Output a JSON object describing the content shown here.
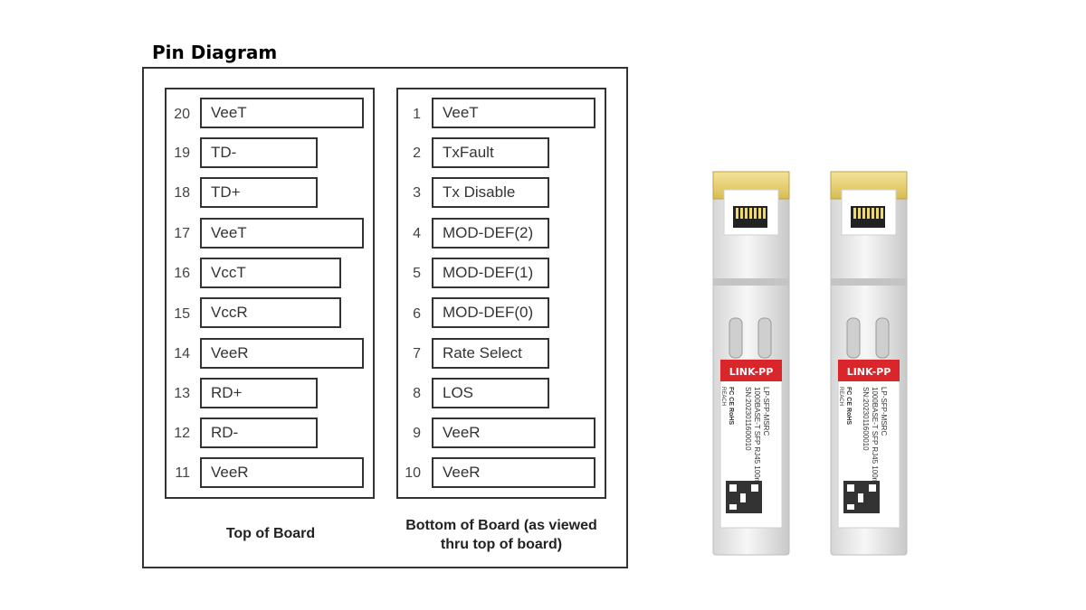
{
  "title": "Pin Diagram",
  "top_board": {
    "caption": "Top of Board",
    "pins": [
      {
        "num": "20",
        "label": "VeeT"
      },
      {
        "num": "19",
        "label": "TD-"
      },
      {
        "num": "18",
        "label": "TD+"
      },
      {
        "num": "17",
        "label": "VeeT"
      },
      {
        "num": "16",
        "label": "VccT"
      },
      {
        "num": "15",
        "label": "VccR"
      },
      {
        "num": "14",
        "label": "VeeR"
      },
      {
        "num": "13",
        "label": "RD+"
      },
      {
        "num": "12",
        "label": "RD-"
      },
      {
        "num": "11",
        "label": "VeeR"
      }
    ]
  },
  "bottom_board": {
    "caption_line1": "Bottom of Board (as viewed",
    "caption_line2": "thru top of board)",
    "pins": [
      {
        "num": "1",
        "label": "VeeT"
      },
      {
        "num": "2",
        "label": "TxFault"
      },
      {
        "num": "3",
        "label": "Tx Disable"
      },
      {
        "num": "4",
        "label": "MOD-DEF(2)"
      },
      {
        "num": "5",
        "label": "MOD-DEF(1)"
      },
      {
        "num": "6",
        "label": "MOD-DEF(0)"
      },
      {
        "num": "7",
        "label": "Rate Select"
      },
      {
        "num": "8",
        "label": "LOS"
      },
      {
        "num": "9",
        "label": "VeeR"
      },
      {
        "num": "10",
        "label": "VeeR"
      }
    ]
  },
  "module": {
    "brand": "LINK-PP",
    "model_line1": "LP-SFP-MSRC",
    "model_line2": "1000BASE-T SFP RJ45 100m",
    "serial": "SN:2023011600010",
    "cert_marks": "FC  CE  RoHS",
    "reach_mark": "REACH",
    "brand_color": "#d9262b",
    "connector_color": "#e7d27a"
  }
}
